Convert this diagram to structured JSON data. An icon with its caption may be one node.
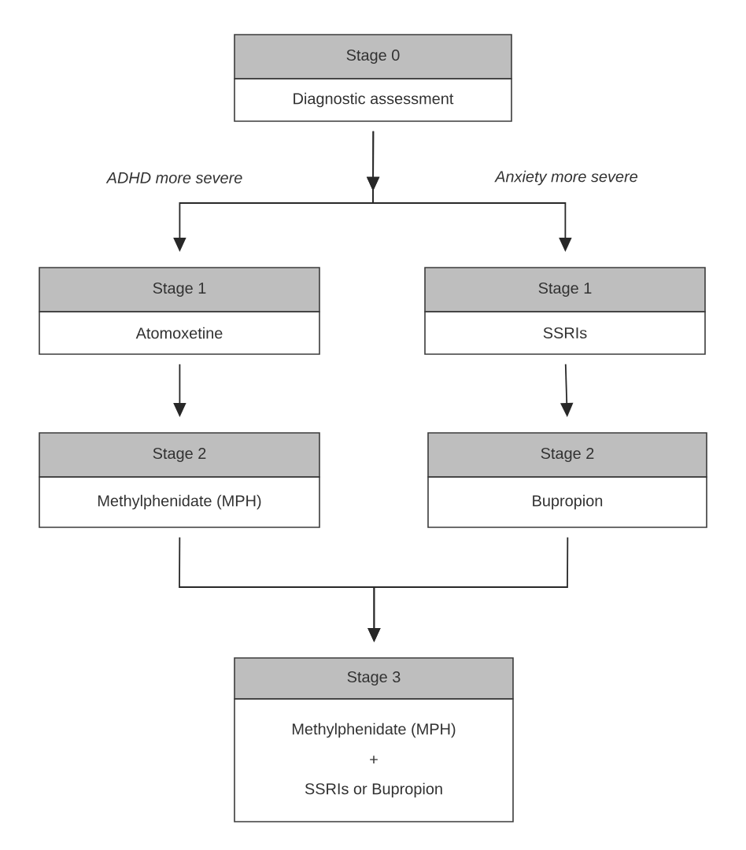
{
  "diagram": {
    "nodes": [
      {
        "text": [
          "Stage 0",
          "Diagnostic assessment"
        ]
      },
      {
        "text": [
          "Stage 1",
          "Atomoxetine"
        ]
      },
      {
        "text": [
          "Stage 1",
          "SSRIs"
        ]
      },
      {
        "text": [
          "Stage 2",
          "Methylphenidate (MPH)"
        ]
      },
      {
        "text": [
          "Stage 2",
          "Bupropion"
        ]
      },
      {
        "text": [
          "Stage 3",
          "Methylphenidate (MPH)",
          "+",
          "SSRIs or Bupropion"
        ]
      }
    ],
    "edges": [
      {
        "from": 0,
        "to": 1,
        "arrow": "to",
        "label": "ADHD more severe"
      },
      {
        "from": 0,
        "to": 2,
        "arrow": "to",
        "label": "Anxiety more severe"
      },
      {
        "from": 1,
        "to": 3,
        "arrow": "to"
      },
      {
        "from": 2,
        "to": 4,
        "arrow": "to"
      },
      {
        "from": 3,
        "to": 5,
        "arrow": "to"
      },
      {
        "from": 4,
        "to": 5,
        "arrow": "to"
      }
    ]
  }
}
